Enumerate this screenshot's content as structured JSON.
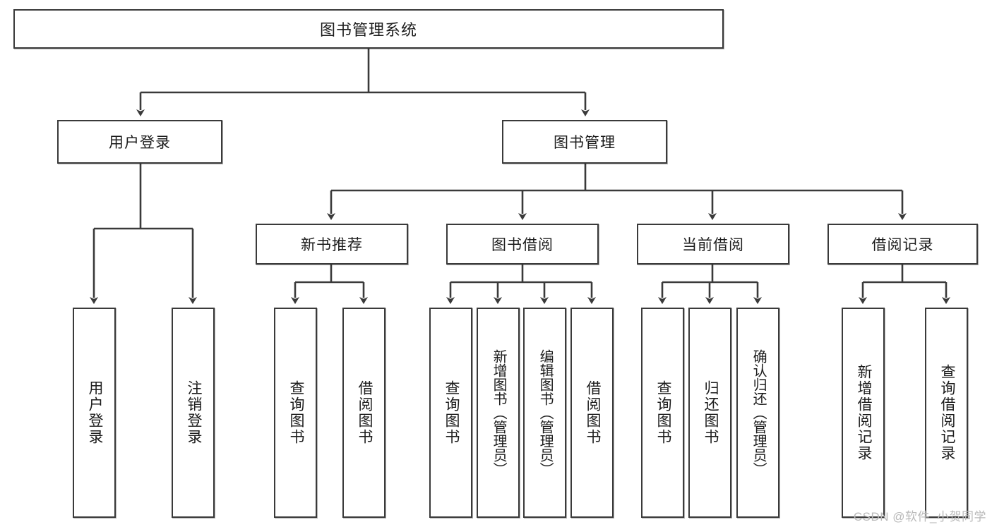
{
  "diagram": {
    "title": "图书管理系统",
    "type": "tree-hierarchy",
    "root": {
      "label": "图书管理系统"
    },
    "level2": [
      {
        "label": "用户登录"
      },
      {
        "label": "图书管理"
      }
    ],
    "level3": [
      {
        "label": "新书推荐"
      },
      {
        "label": "图书借阅"
      },
      {
        "label": "当前借阅"
      },
      {
        "label": "借阅记录"
      }
    ],
    "leaves": {
      "user_login": [
        {
          "label": "用户登录"
        },
        {
          "label": "注销登录"
        }
      ],
      "new_book_recommend": [
        {
          "label": "查询图书"
        },
        {
          "label": "借阅图书"
        }
      ],
      "book_borrow": [
        {
          "label": "查询图书"
        },
        {
          "label": "新增图书（管理员）"
        },
        {
          "label": "编辑图书（管理员）"
        },
        {
          "label": "借阅图书"
        }
      ],
      "current_borrow": [
        {
          "label": "查询图书"
        },
        {
          "label": "归还图书"
        },
        {
          "label": "确认归还（管理员）"
        }
      ],
      "borrow_record": [
        {
          "label": "新增借阅记录"
        },
        {
          "label": "查询借阅记录"
        }
      ]
    }
  },
  "watermark": {
    "text": "CSDN @软件_小贺同学"
  },
  "colors": {
    "stroke": "#3a3a3a",
    "box_fill": "#ffffff",
    "text": "#1c1c1c",
    "watermark": "#b9b9b9"
  }
}
